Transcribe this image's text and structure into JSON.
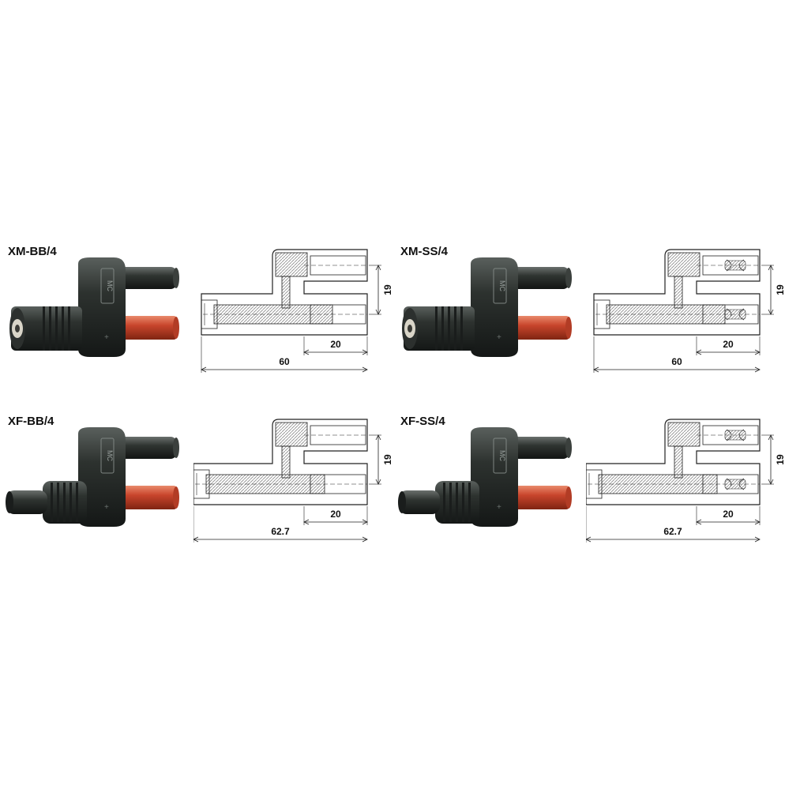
{
  "products": [
    {
      "label": "XM-BB/4",
      "type": "XM",
      "contacts": "BB",
      "dims": {
        "spacing": "19",
        "tip": "20",
        "length": "60"
      }
    },
    {
      "label": "XM-SS/4",
      "type": "XM",
      "contacts": "SS",
      "dims": {
        "spacing": "19",
        "tip": "20",
        "length": "60"
      }
    },
    {
      "label": "XF-BB/4",
      "type": "XF",
      "contacts": "BB",
      "dims": {
        "spacing": "19",
        "tip": "20",
        "length": "62.7"
      }
    },
    {
      "label": "XF-SS/4",
      "type": "XF",
      "contacts": "SS",
      "dims": {
        "spacing": "19",
        "tip": "20",
        "length": "62.7"
      }
    }
  ],
  "colors": {
    "body": "#2a2e2c",
    "body_light": "#4b524f",
    "red": "#c8452c",
    "line": "#222222",
    "hatch": "#9a9a9a"
  },
  "brand_mark": "MC",
  "icons": [
    "connector-photo",
    "technical-drawing"
  ]
}
